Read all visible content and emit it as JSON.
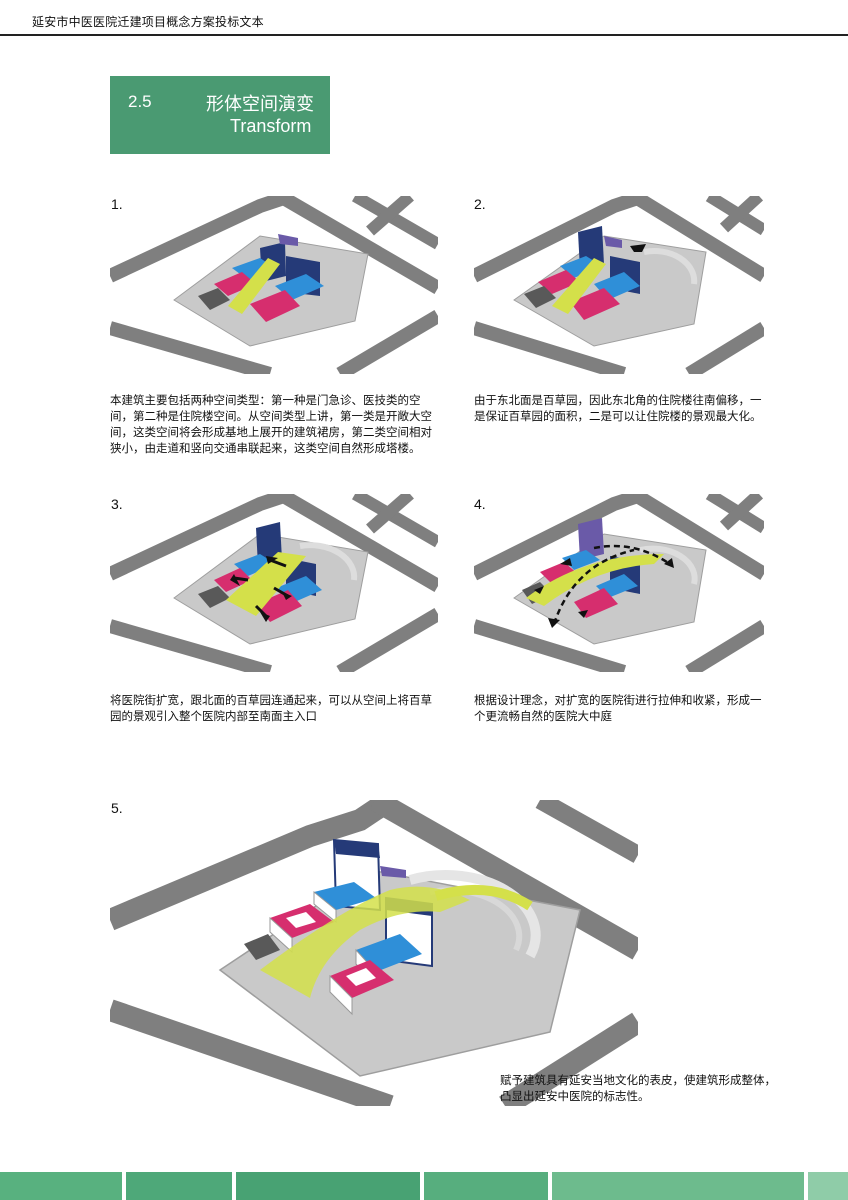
{
  "header": {
    "title": "延安市中医医院迁建项目概念方案投标文本"
  },
  "section": {
    "number": "2.5",
    "title_cn": "形体空间演变",
    "title_en": "Transform"
  },
  "steps": [
    {
      "number": "1.",
      "caption": "本建筑主要包括两种空间类型：第一种是门急诊、医技类的空间，第二种是住院楼空间。从空间类型上讲，第一类是开敞大空间，这类空间将会形成基地上展开的建筑裙房，第二类空间相对狭小，由走道和竖向交通串联起来，这类空间自然形成塔楼。"
    },
    {
      "number": "2.",
      "caption": "由于东北面是百草园，因此东北角的住院楼往南偏移，一是保证百草园的面积，二是可以让住院楼的景观最大化。"
    },
    {
      "number": "3.",
      "caption": "将医院街扩宽，跟北面的百草园连通起来，可以从空间上将百草园的景观引入整个医院内部至南面主入口"
    },
    {
      "number": "4.",
      "caption": "根据设计理念，对扩宽的医院街进行拉伸和收紧，形成一个更流畅自然的医院大中庭"
    },
    {
      "number": "5.",
      "caption": "赋予建筑具有延安当地文化的表皮，使建筑形成整体，凸显出延安中医院的标志性。"
    }
  ],
  "colors": {
    "brand_green": "#4a9a72",
    "road": "#7f7f7f",
    "block_blue": "#2f8fd8",
    "block_red": "#d62e6e",
    "tower_navy": "#253a78",
    "street_yellow": "#d4e04a",
    "annex_purple": "#6a5aa8"
  },
  "footer_colors": [
    "#58b17f",
    "#4ea879",
    "#48a273",
    "#57ae7e",
    "#6dbb8d",
    "#8fcca8"
  ]
}
